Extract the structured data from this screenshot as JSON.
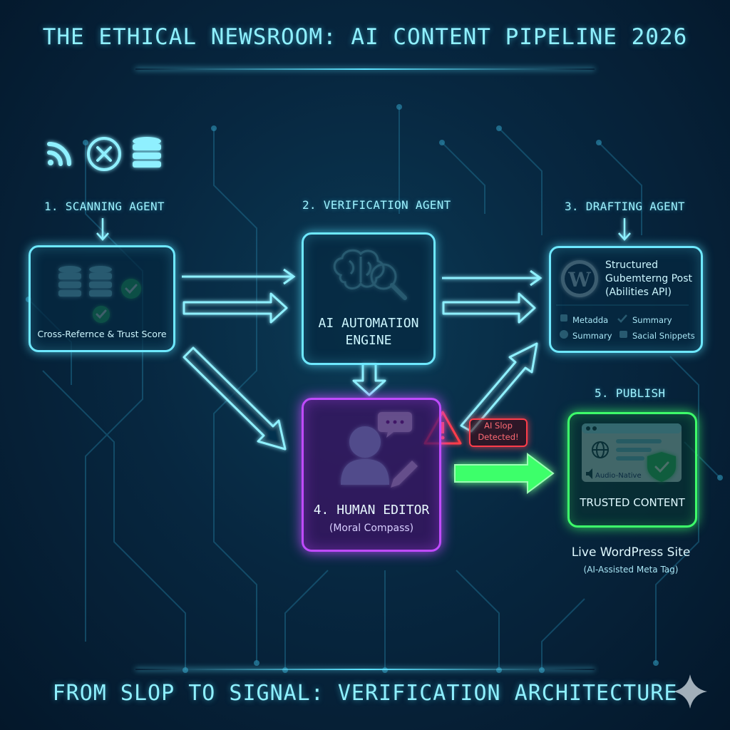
{
  "header": {
    "title": "THE ETHICAL NEWSROOM: AI CONTENT PIPELINE 2026"
  },
  "footer": {
    "title": "FROM SLOP TO SIGNAL: VERIFICATION ARCHITECTURE"
  },
  "colors": {
    "cyan": "#6ee8ff",
    "purple": "#c04bff",
    "green": "#3dff6a",
    "red": "#ff3d4a"
  },
  "top_icons": [
    "rss-icon",
    "circle-x-icon",
    "database-icon"
  ],
  "stages": {
    "scanning": {
      "label": "1. SCANNING AGENT",
      "caption": "Cross-Refernce & Trust Score"
    },
    "verification": {
      "label": "2. VERIFICATION AGENT",
      "engine_line1": "AI AUTOMATION",
      "engine_line2": "ENGINE"
    },
    "drafting": {
      "label": "3. DRAFTING AGENT",
      "post_line1": "Structured",
      "post_line2": "Gubemterng Post",
      "post_line3": "(Abilities API)",
      "items": [
        "Metadda",
        "Summary",
        "Summary",
        "Sacial Snippets"
      ]
    },
    "editor": {
      "title": "4. HUMAN EDITOR",
      "subtitle": "(Moral Compass)"
    },
    "alert": {
      "line1": "AI Slop",
      "line2": "Detected!"
    },
    "publish": {
      "label": "5. PUBLISH",
      "badge": "Audio-Native",
      "trusted": "TRUSTED CONTENT",
      "site": "Live WordPress Site",
      "meta": "(AI-Assisted Meta Tag)"
    }
  }
}
